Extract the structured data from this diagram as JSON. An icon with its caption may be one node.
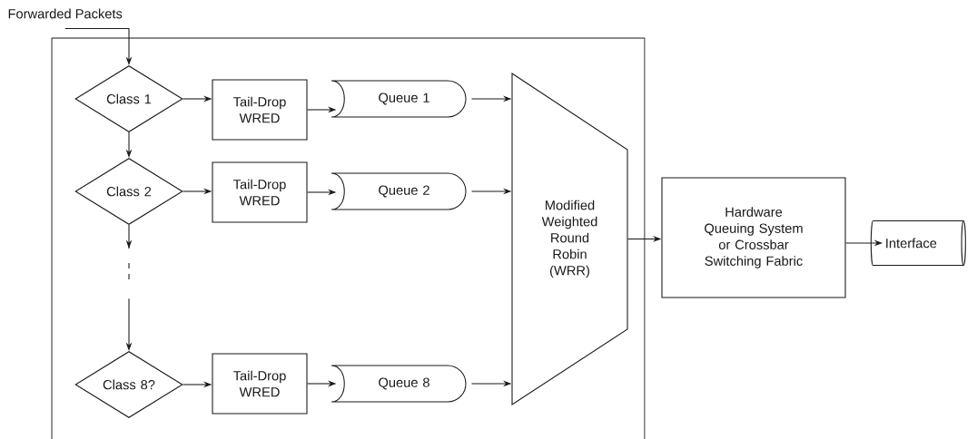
{
  "diagram": {
    "nodes": [
      {
        "text": [
          "Forwarded Packets"
        ]
      },
      {
        "text": [],
        "shape": "box"
      },
      {
        "text": [
          "Class 1"
        ],
        "in": 1
      },
      {
        "text": [
          "Tail-Drop WRED"
        ],
        "in": 1
      },
      {
        "text": [
          "Queue 1"
        ],
        "in": 1
      },
      {
        "text": [
          "Class 2"
        ],
        "in": 1
      },
      {
        "text": [
          "Tail-Drop WRED"
        ],
        "in": 1
      },
      {
        "text": [
          "Queue 2"
        ],
        "in": 1
      },
      {
        "text": [
          "Class 8?"
        ],
        "in": 1
      },
      {
        "text": [
          "Tail-Drop WRED"
        ],
        "in": 1
      },
      {
        "text": [
          "Queue 8"
        ],
        "in": 1
      },
      {
        "text": [
          "Modified Weighted Round Robin (WRR)"
        ],
        "in": 1
      },
      {
        "text": [
          "Hardware Queuing System or Crossbar Switching Fabric"
        ]
      },
      {
        "text": [
          "Interface"
        ]
      }
    ],
    "edges": [
      {
        "from": 0,
        "to": 2,
        "arrow": "to"
      },
      {
        "from": 2,
        "to": 3,
        "arrow": "to"
      },
      {
        "from": 3,
        "to": 4,
        "arrow": "to"
      },
      {
        "from": 4,
        "to": 11,
        "arrow": "to"
      },
      {
        "from": 2,
        "to": 5,
        "arrow": "to"
      },
      {
        "from": 5,
        "to": 6,
        "arrow": "to"
      },
      {
        "from": 6,
        "to": 7,
        "arrow": "to"
      },
      {
        "from": 7,
        "to": 11,
        "arrow": "to"
      },
      {
        "from": 5,
        "to": 8,
        "arrow": "to",
        "style": "dashed"
      },
      {
        "from": 8,
        "to": 9,
        "arrow": "to"
      },
      {
        "from": 9,
        "to": 10,
        "arrow": "to"
      },
      {
        "from": 10,
        "to": 11,
        "arrow": "to"
      },
      {
        "from": 11,
        "to": 12,
        "arrow": "to"
      },
      {
        "from": 12,
        "to": 13,
        "arrow": "to"
      }
    ]
  }
}
